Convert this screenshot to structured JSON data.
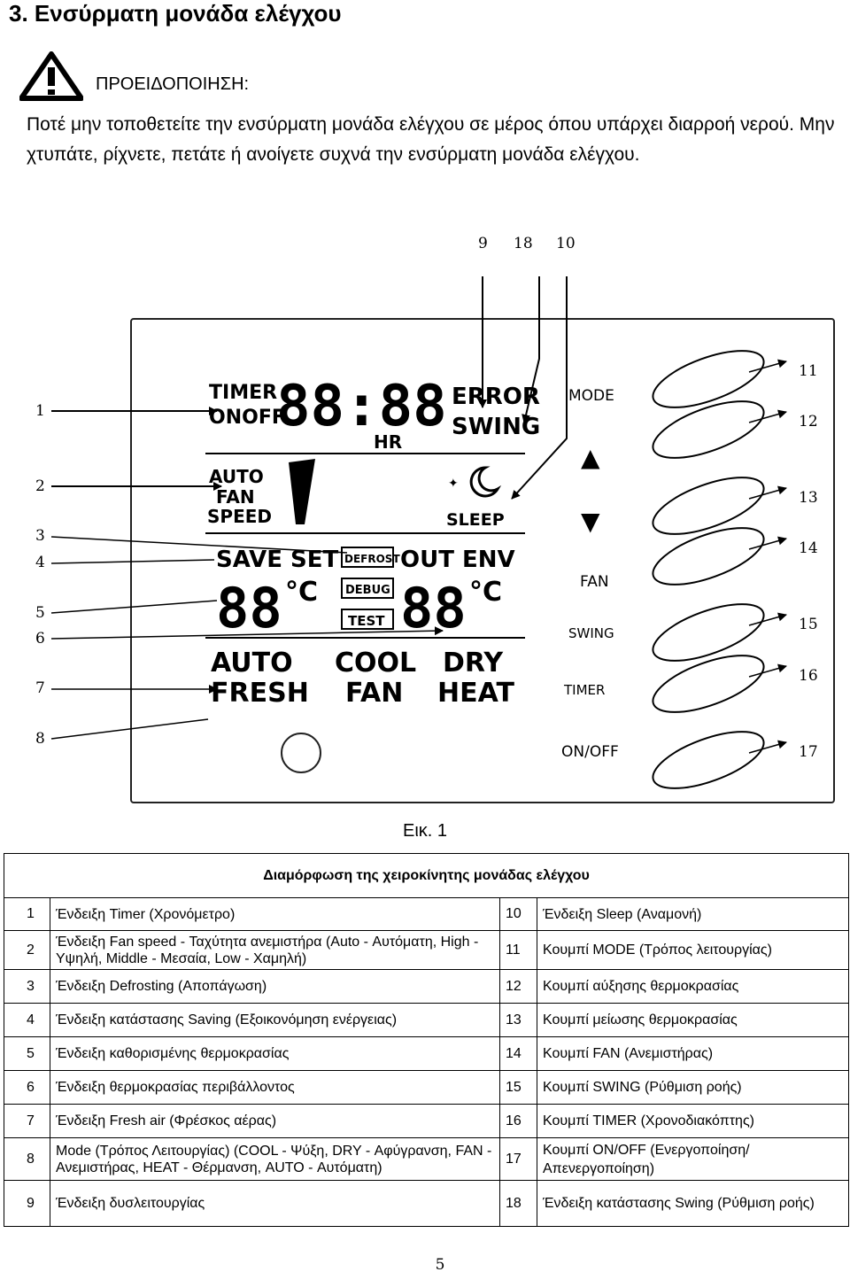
{
  "heading": "3. Ενσύρματη μονάδα ελέγχου",
  "warning": {
    "icon": "warning-triangle-icon",
    "title": "ΠΡΟΕΙΔΟΠΟΙΗΣΗ:",
    "text": "Ποτέ μην τοποθετείτε την ενσύρματη μονάδα ελέγχου σε μέρος όπου υπάρχει διαρροή νερού. Μην χτυπάτε, ρίχνετε, πετάτε ή ανοίγετε συχνά την ενσύρματη μονάδα ελέγχου."
  },
  "diagram": {
    "callouts_top": [
      "9",
      "18",
      "10"
    ],
    "callouts_left": [
      "1",
      "2",
      "3",
      "4",
      "5",
      "6",
      "7",
      "8"
    ],
    "callouts_right": [
      "11",
      "12",
      "13",
      "14",
      "15",
      "16",
      "17"
    ],
    "lcd": {
      "timer": "TIMER",
      "onoff": "ONOFF",
      "clock": "88:88",
      "hr": "HR",
      "error": "ERROR",
      "swing": "SWING",
      "auto": "AUTO",
      "fan": "FAN",
      "speed": "SPEED",
      "sleep": "SLEEP",
      "save_set": "SAVE SET",
      "defrost": "DEFROST",
      "out_env": "OUT ENV",
      "temp_left": "88",
      "deg_left": "°C",
      "debug": "DEBUG",
      "temp_right": "88",
      "deg_right": "°C",
      "test": "TEST",
      "mode_auto": "AUTO",
      "mode_cool": "COOL",
      "mode_dry": "DRY",
      "mode_fresh": "FRESH",
      "mode_fan": "FAN",
      "mode_heat": "HEAT"
    },
    "buttons": {
      "mode": "MODE",
      "up": "▲",
      "down": "▼",
      "fan": "FAN",
      "swing": "SWING",
      "timer": "TIMER",
      "onoff": "ON/OFF"
    }
  },
  "figure_caption": "Εικ. 1",
  "legend": {
    "title": "Διαμόρφωση της χειροκίνητης μονάδας ελέγχου",
    "rows": [
      {
        "n1": "1",
        "t1": "Ένδειξη Timer (Χρονόμετρο)",
        "n2": "10",
        "t2": "Ένδειξη Sleep (Αναμονή)"
      },
      {
        "n1": "2",
        "t1": "Ένδειξη Fan speed - Ταχύτητα ανεμιστήρα (Auto - Αυτόματη, High - Υψηλή, Middle - Μεσαία, Low - Χαμηλή)",
        "n2": "11",
        "t2": "Κουμπί MODE (Τρόπος λειτουργίας)"
      },
      {
        "n1": "3",
        "t1": "Ένδειξη Defrosting (Αποπάγωση)",
        "n2": "12",
        "t2": "Κουμπί αύξησης θερμοκρασίας"
      },
      {
        "n1": "4",
        "t1": "Ένδειξη κατάστασης Saving (Εξοικονόμηση ενέργειας)",
        "n2": "13",
        "t2": "Κουμπί μείωσης θερμοκρασίας"
      },
      {
        "n1": "5",
        "t1": "Ένδειξη καθορισμένης θερμοκρασίας",
        "n2": "14",
        "t2": "Κουμπί FAN (Ανεμιστήρας)"
      },
      {
        "n1": "6",
        "t1": "Ένδειξη θερμοκρασίας περιβάλλοντος",
        "n2": "15",
        "t2": "Κουμπί SWING (Ρύθμιση ροής)"
      },
      {
        "n1": "7",
        "t1": "Ένδειξη Fresh air (Φρέσκος αέρας)",
        "n2": "16",
        "t2": "Κουμπί TIMER (Χρονοδιακόπτης)"
      },
      {
        "n1": "8",
        "t1": "Mode (Τρόπος Λειτουργίας) (COOL - Ψύξη, DRY - Αφύγρανση, FAN - Ανεμιστήρας, HEAT - Θέρμανση, AUTO - Αυτόματη)",
        "n2": "17",
        "t2": "Κουμπί ON/OFF (Ενεργοποίηση/Απενεργοποίηση)"
      },
      {
        "n1": "9",
        "t1": "Ένδειξη δυσλειτουργίας",
        "n2": "18",
        "t2": "Ένδειξη κατάστασης Swing (Ρύθμιση ροής)"
      }
    ]
  },
  "page_number": "5"
}
